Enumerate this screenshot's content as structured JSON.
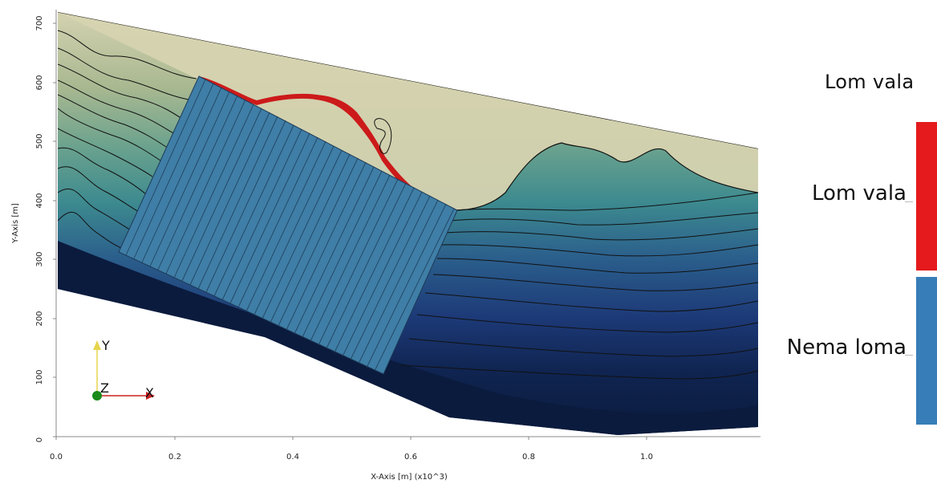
{
  "plot": {
    "x_axis_title": "X-Axis [m] (x10^3)",
    "y_axis_title": "Y-Axis [m]",
    "x_ticks": [
      "0.0",
      "0.2",
      "0.4",
      "0.6",
      "0.8",
      "1.0"
    ],
    "y_ticks": [
      "0",
      "100",
      "200",
      "300",
      "400",
      "500",
      "600",
      "700"
    ]
  },
  "orientation_axes": {
    "y_label": "Y",
    "z_label": "Z",
    "x_label": "X"
  },
  "legend": {
    "title": "Lom vala",
    "categories": [
      {
        "label": "Lom vala",
        "color": "#e41a1c"
      },
      {
        "label": "Nema loma",
        "color": "#377eb8"
      }
    ]
  },
  "colors": {
    "surface_top": "#d6d3b0",
    "layer_bottom": "#0b1b3d",
    "block_fill": "#3f7ea6",
    "failure": "#cc1a1a"
  }
}
